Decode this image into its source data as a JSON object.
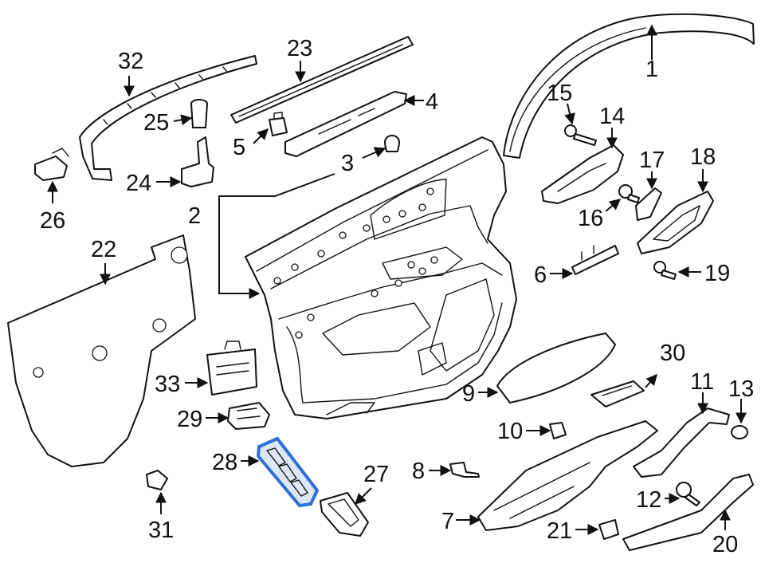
{
  "diagram": {
    "highlight_color": "#2f6fd8",
    "highlighted_part": "28",
    "callouts": [
      {
        "id": "c1",
        "label": "1"
      },
      {
        "id": "c2",
        "label": "2"
      },
      {
        "id": "c3",
        "label": "3"
      },
      {
        "id": "c4",
        "label": "4"
      },
      {
        "id": "c5",
        "label": "5"
      },
      {
        "id": "c6",
        "label": "6"
      },
      {
        "id": "c7",
        "label": "7"
      },
      {
        "id": "c8",
        "label": "8"
      },
      {
        "id": "c9",
        "label": "9"
      },
      {
        "id": "c10",
        "label": "10"
      },
      {
        "id": "c11",
        "label": "11"
      },
      {
        "id": "c12",
        "label": "12"
      },
      {
        "id": "c13",
        "label": "13"
      },
      {
        "id": "c14",
        "label": "14"
      },
      {
        "id": "c15",
        "label": "15"
      },
      {
        "id": "c16",
        "label": "16"
      },
      {
        "id": "c17",
        "label": "17"
      },
      {
        "id": "c18",
        "label": "18"
      },
      {
        "id": "c19",
        "label": "19"
      },
      {
        "id": "c20",
        "label": "20"
      },
      {
        "id": "c21",
        "label": "21"
      },
      {
        "id": "c22",
        "label": "22"
      },
      {
        "id": "c23",
        "label": "23"
      },
      {
        "id": "c24",
        "label": "24"
      },
      {
        "id": "c25",
        "label": "25"
      },
      {
        "id": "c26",
        "label": "26"
      },
      {
        "id": "c27",
        "label": "27"
      },
      {
        "id": "c28",
        "label": "28"
      },
      {
        "id": "c29",
        "label": "29"
      },
      {
        "id": "c30",
        "label": "30"
      },
      {
        "id": "c31",
        "label": "31"
      },
      {
        "id": "c32",
        "label": "32"
      },
      {
        "id": "c33",
        "label": "33"
      }
    ]
  }
}
